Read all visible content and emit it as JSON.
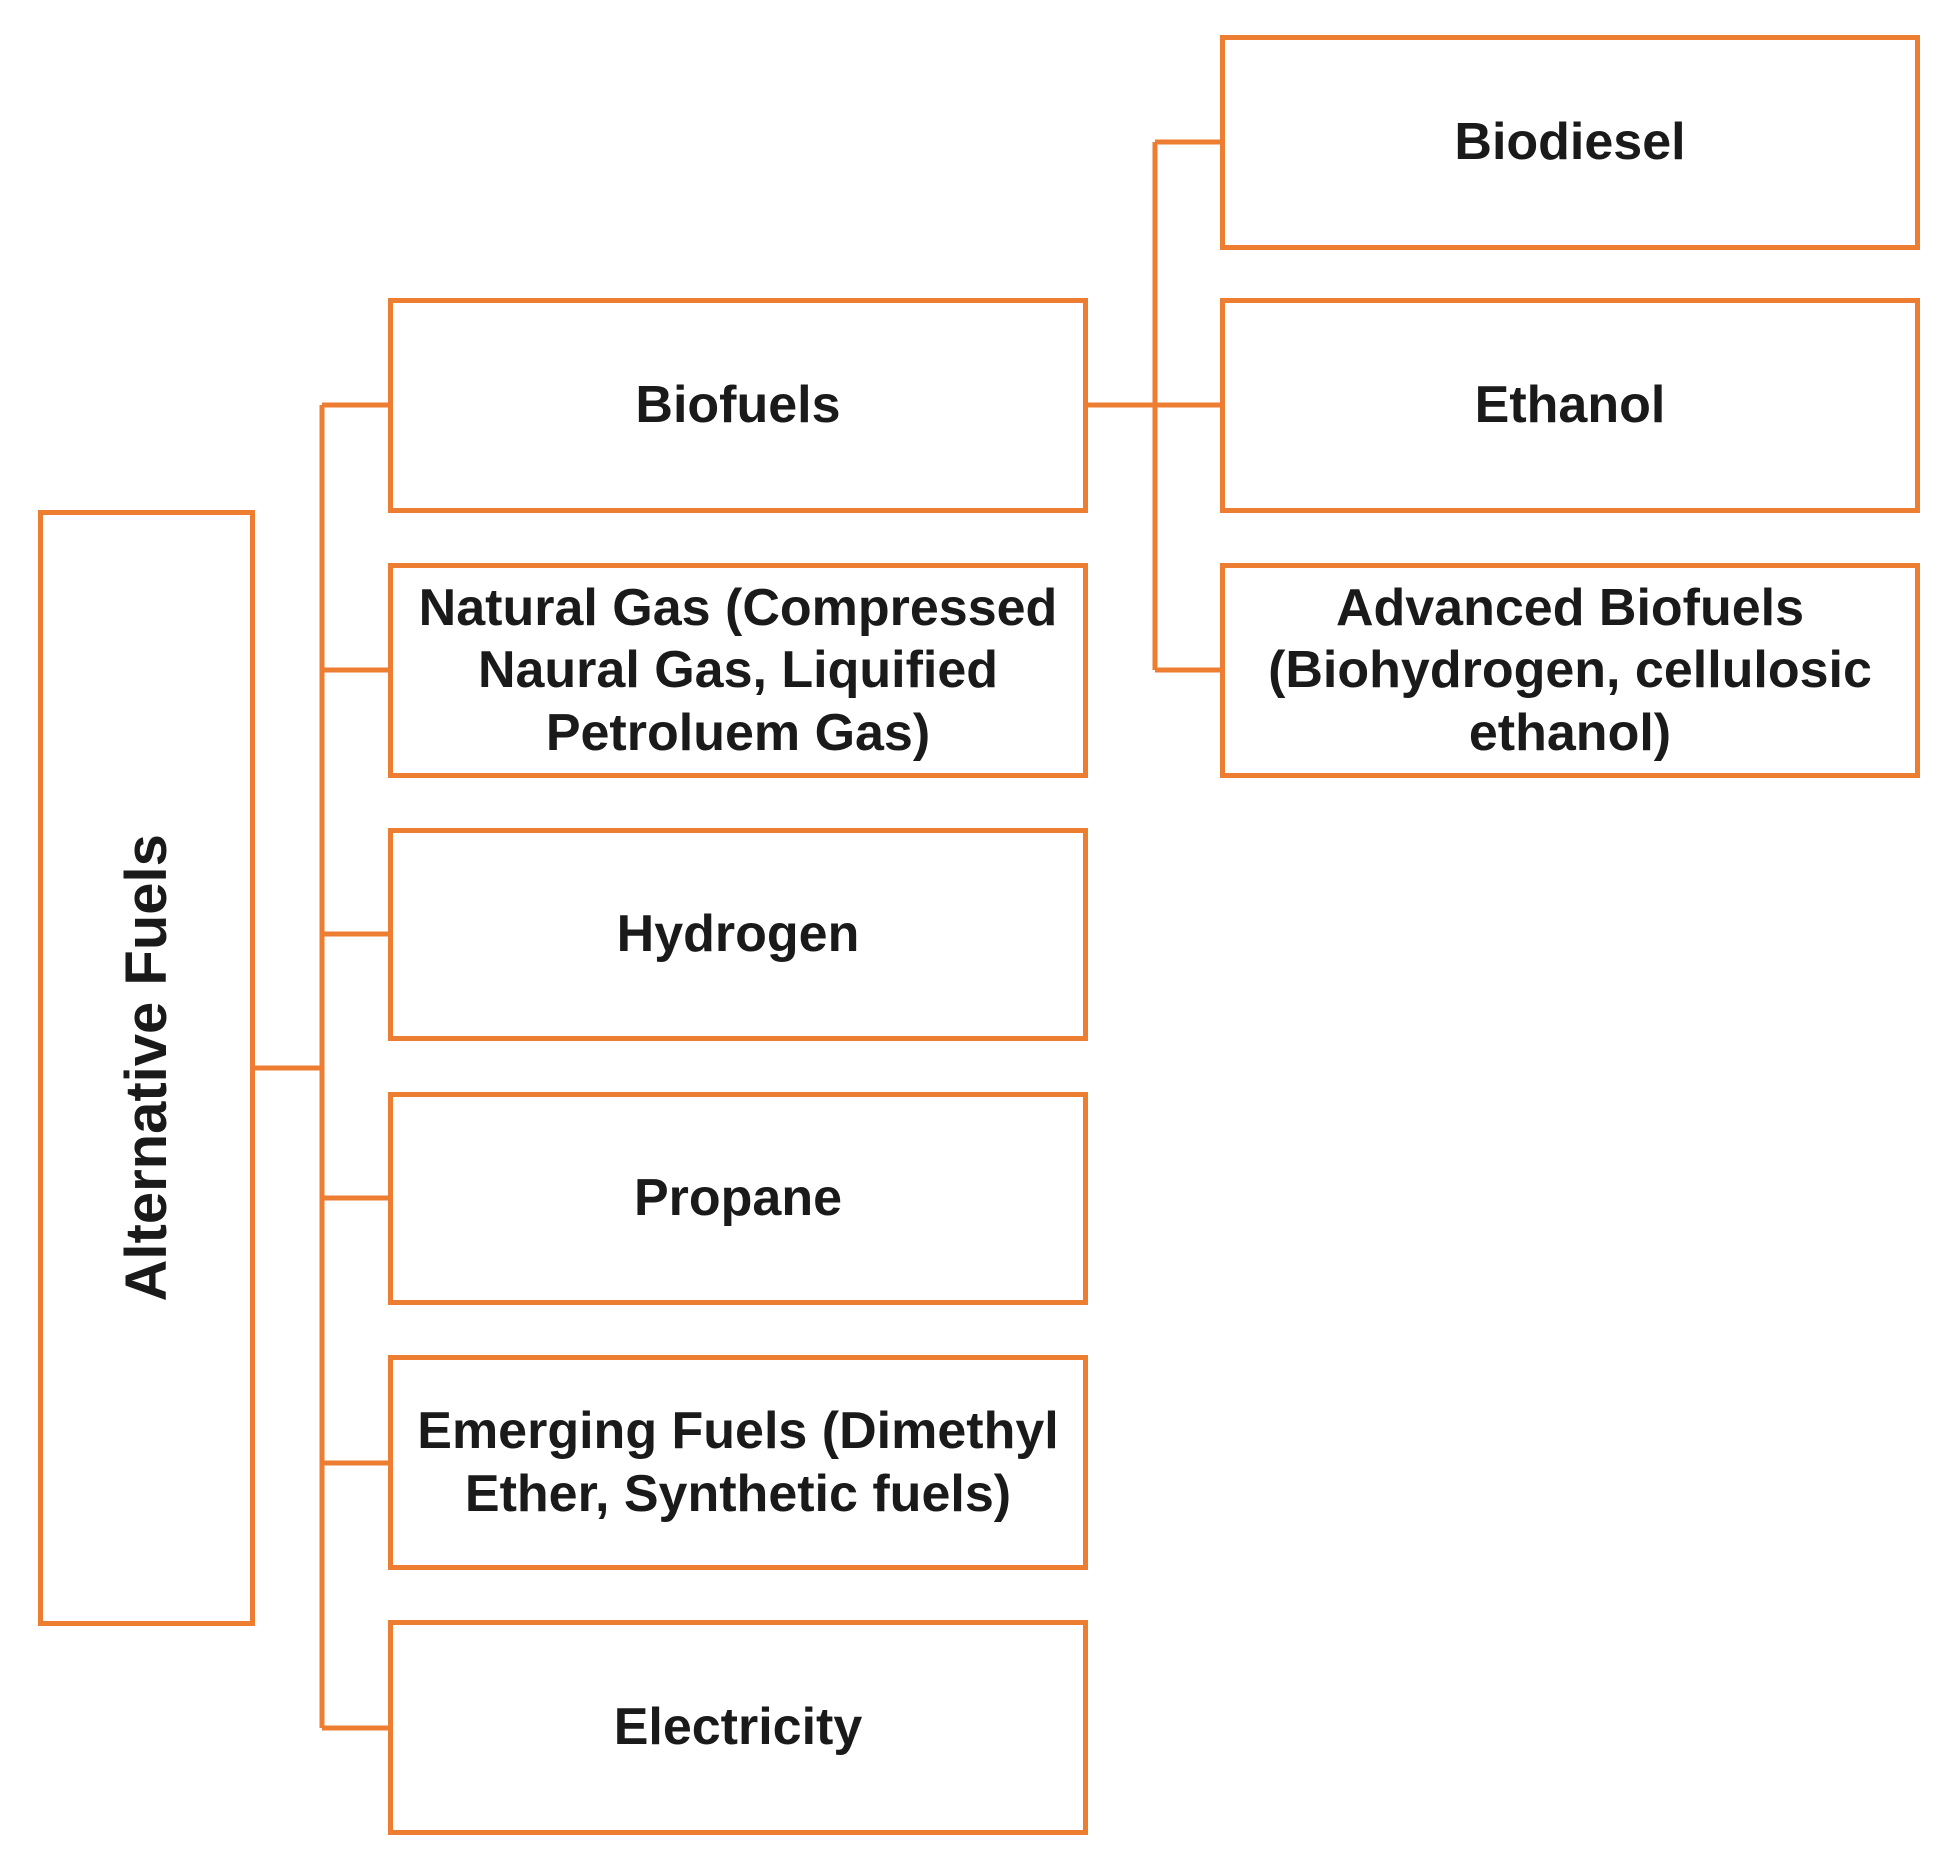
{
  "diagram": {
    "accent_color": "#ED7D31",
    "root": {
      "label": "Alternative Fuels"
    },
    "categories": [
      {
        "label": "Biofuels"
      },
      {
        "lines": [
          "Natural Gas (Compressed",
          "Naural Gas, Liquified",
          "Petroluem Gas)"
        ]
      },
      {
        "label": "Hydrogen"
      },
      {
        "label": "Propane"
      },
      {
        "lines": [
          "Emerging Fuels (Dimethyl",
          "Ether, Synthetic fuels)"
        ]
      },
      {
        "label": "Electricity"
      }
    ],
    "biofuel_types": [
      {
        "label": "Biodiesel"
      },
      {
        "label": "Ethanol"
      },
      {
        "lines": [
          "Advanced Biofuels",
          "(Biohydrogen, cellulosic",
          "ethanol)"
        ]
      }
    ]
  }
}
